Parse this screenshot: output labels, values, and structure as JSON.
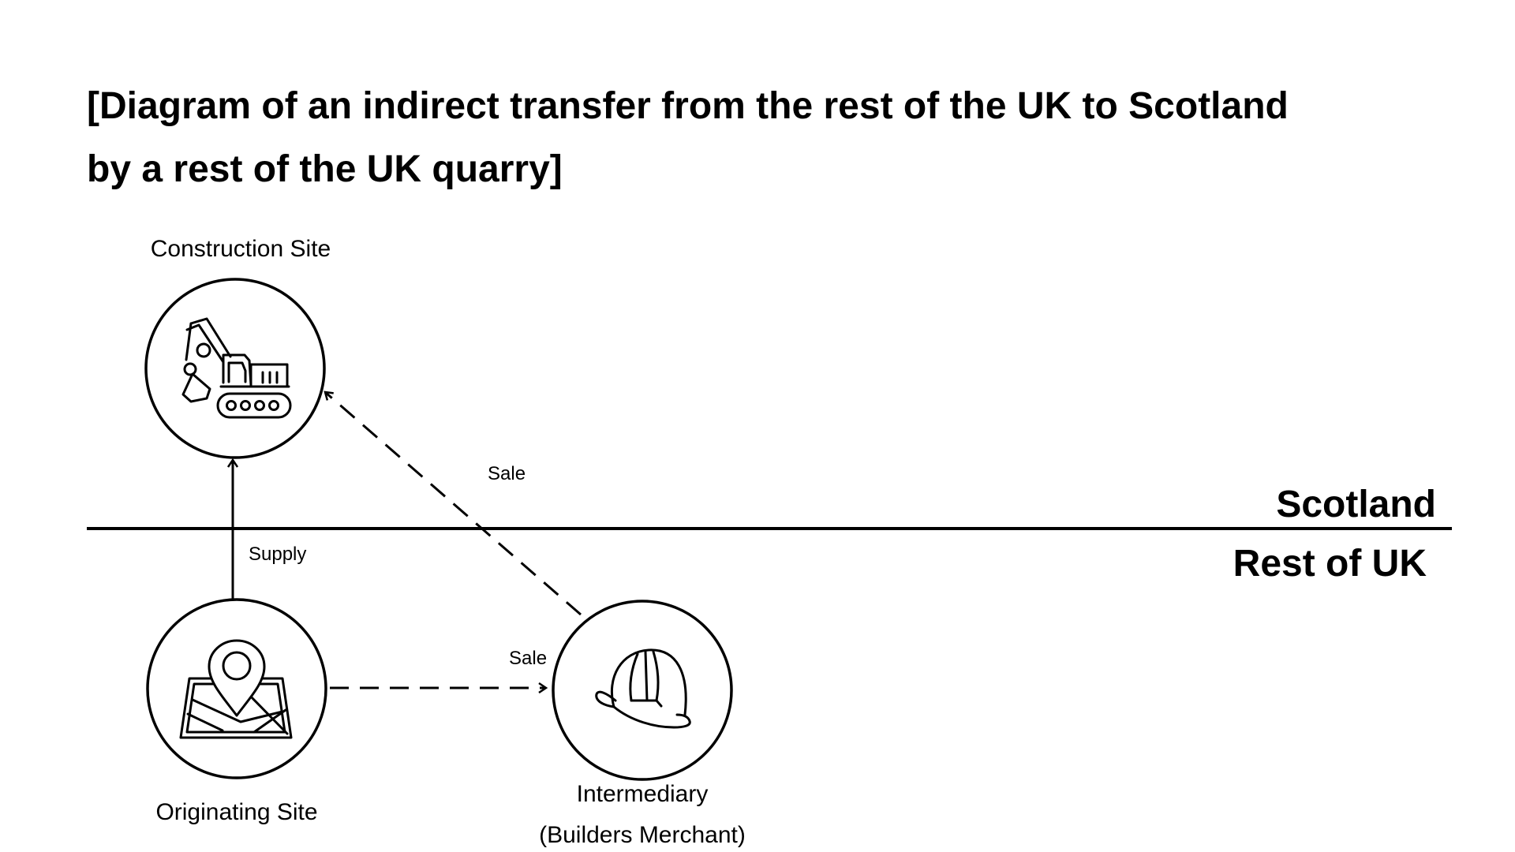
{
  "title": {
    "line1": "[Diagram of an indirect transfer from the rest of the UK to Scotland",
    "line2": "by a rest of the UK quarry]"
  },
  "regions": {
    "upper": "Scotland",
    "lower": "Rest of UK"
  },
  "nodes": {
    "construction_site": {
      "label": "Construction Site",
      "icon": "excavator-icon"
    },
    "originating_site": {
      "label": "Originating Site",
      "icon": "map-pin-icon"
    },
    "intermediary": {
      "label_line1": "Intermediary",
      "label_line2": "(Builders Merchant)",
      "icon": "hard-hat-icon"
    }
  },
  "edges": {
    "supply": {
      "label": "Supply",
      "style": "solid"
    },
    "sale_to_intermediary": {
      "label": "Sale",
      "style": "dashed"
    },
    "sale_to_construction": {
      "label": "Sale",
      "style": "dashed"
    }
  },
  "colors": {
    "stroke": "#000000",
    "background": "#ffffff"
  }
}
